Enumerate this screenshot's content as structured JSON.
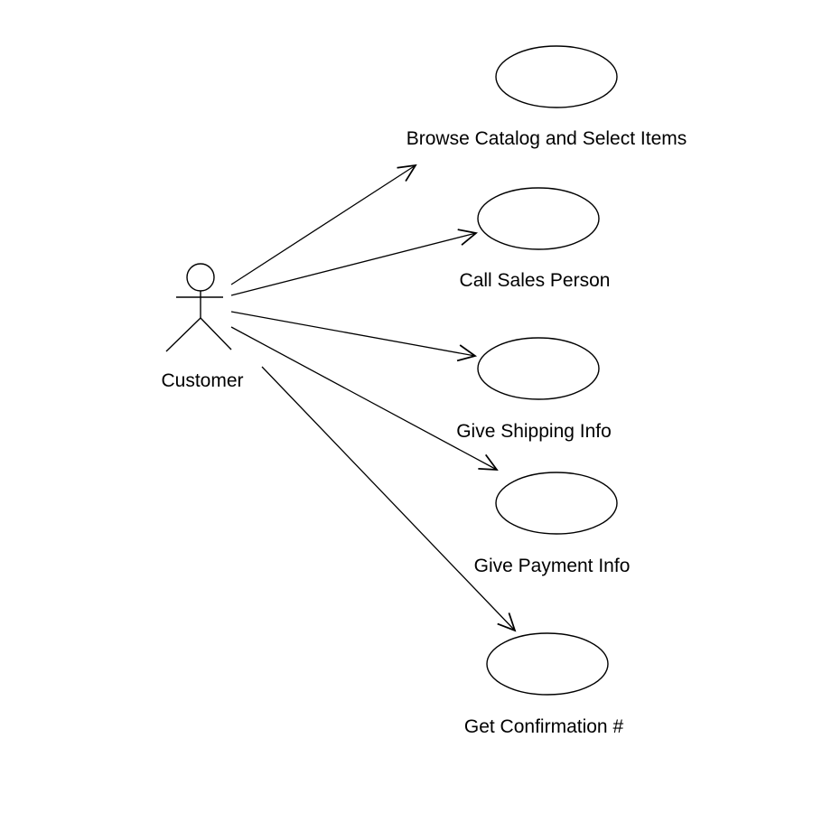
{
  "actor": {
    "name": "Customer"
  },
  "use_cases": [
    {
      "label": "Browse Catalog and Select Items"
    },
    {
      "label": "Call Sales Person"
    },
    {
      "label": "Give Shipping Info"
    },
    {
      "label": "Give Payment Info"
    },
    {
      "label": "Get Confirmation #"
    }
  ],
  "colors": {
    "line": "#000000",
    "ellipse_fill": "#ffffff",
    "background": "#ffffff"
  }
}
